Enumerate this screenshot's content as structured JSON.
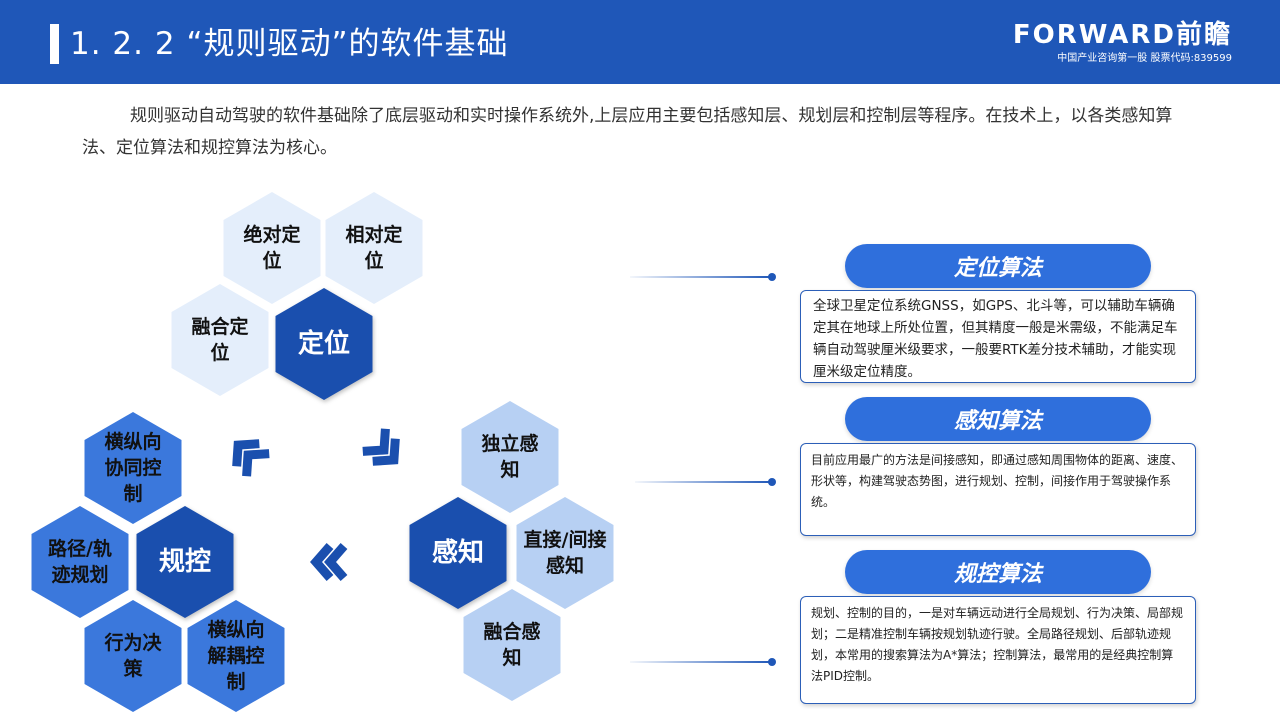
{
  "header": {
    "title": "1. 2. 2  “规则驱动”的软件基础",
    "logo": "FORWARD前瞻",
    "logo_sub": "中国产业咨询第一股  股票代码:839599"
  },
  "intro": "规则驱动自动驾驶的软件基础除了底层驱动和实时操作系统外,上层应用主要包括感知层、规划层和控制层等程序。在技术上，以各类感知算法、定位算法和规控算法为核心。",
  "colors": {
    "header_bg": "#1f57b8",
    "dark_hex": "#1a4fae",
    "mid_hex": "#3b78dc",
    "light_hex": "#b7d0f3",
    "pale_hex": "#e4eefb",
    "pill": "#2f6fdc"
  },
  "diagram": {
    "positioning": {
      "center": "定位",
      "items": [
        "绝对定位",
        "相对定位",
        "融合定位"
      ]
    },
    "perception": {
      "center": "感知",
      "items": [
        "独立感知",
        "直接/间接感知",
        "融合感知"
      ]
    },
    "planning": {
      "center": "规控",
      "items": [
        "横纵向协同控制",
        "路径/轨迹规划",
        "行为决策",
        "横纵向解耦控制"
      ]
    }
  },
  "algorithms": [
    {
      "title": "定位算法",
      "desc": "全球卫星定位系统GNSS，如GPS、北斗等，可以辅助车辆确定其在地球上所处位置，但其精度一般是米需级，不能满足车辆自动驾驶厘米级要求，一般要RTK差分技术辅助，才能实现厘米级定位精度。"
    },
    {
      "title": "感知算法",
      "desc": "目前应用最广的方法是间接感知，即通过感知周围物体的距离、速度、形状等，构建驾驶态势图，进行规划、控制，间接作用于驾驶操作系统。"
    },
    {
      "title": "规控算法",
      "desc": "规划、控制的目的，一是对车辆远动进行全局规划、行为决策、局部规划；二是精准控制车辆按规划轨迹行驶。全局路径规划、后部轨迹规划，本常用的搜索算法为A*算法；控制算法，最常用的是经典控制算法PID控制。"
    }
  ]
}
